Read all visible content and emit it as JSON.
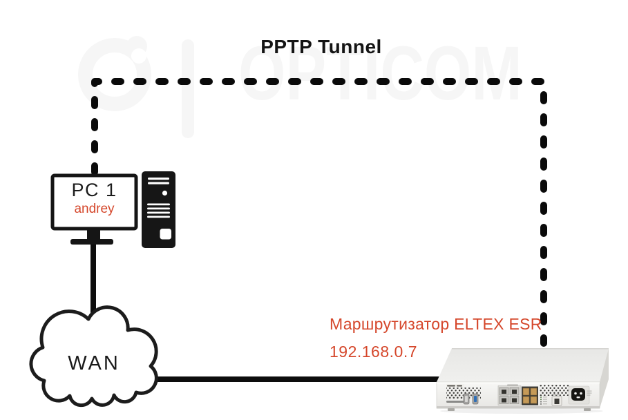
{
  "title": "PPTP Tunnel",
  "watermark": {
    "brand": "OPTICOM"
  },
  "nodes": {
    "pc": {
      "name": "PC 1",
      "user": "andrey"
    },
    "wan": {
      "label": "WAN"
    },
    "router": {
      "title": "Маршрутизатор ELTEX ESR",
      "ip": "192.168.0.7"
    }
  },
  "links": [
    {
      "from": "PC 1",
      "to": "WAN",
      "style": "solid"
    },
    {
      "from": "WAN",
      "to": "Маршрутизатор ELTEX ESR",
      "style": "solid"
    },
    {
      "from": "PC 1",
      "to": "Маршрутизатор ELTEX ESR",
      "style": "dashed",
      "label": "PPTP Tunnel"
    }
  ],
  "colors": {
    "accent_red": "#d5472b",
    "line_black": "#0d0d0d",
    "watermark_gray": "#f6f6f6",
    "usb_blue": "#2f6fb7",
    "sfp_tan": "#c59a58"
  },
  "icons": {
    "pc": "monitor-icon + tower-icon",
    "wan": "cloud-icon",
    "router": "router-device-image",
    "tunnel": "dashed-line"
  }
}
